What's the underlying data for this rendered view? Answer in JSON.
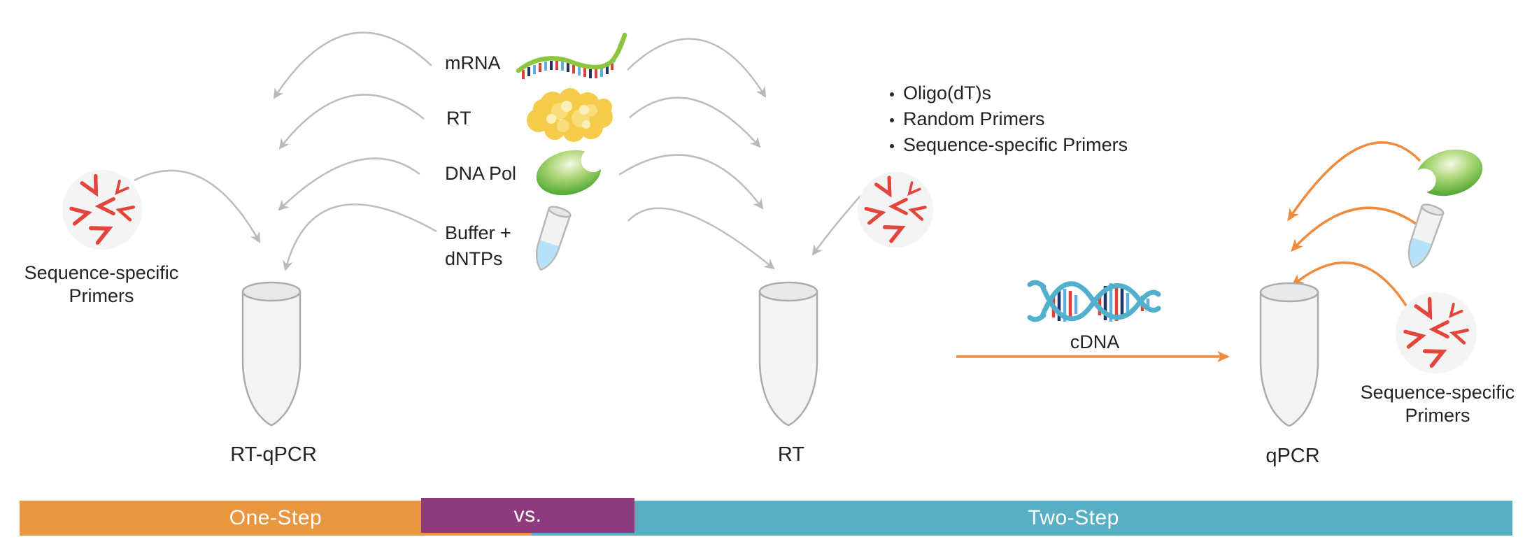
{
  "center_reagents": {
    "mrna": "mRNA",
    "rt": "RT",
    "dna_pol": "DNA Pol",
    "buffer_line1": "Buffer +",
    "buffer_line2": "dNTPs"
  },
  "one_step": {
    "primers_line1": "Sequence-specific",
    "primers_line2": "Primers",
    "tube_label": "RT-qPCR"
  },
  "two_step": {
    "primer_options": [
      "Oligo(dT)s",
      "Random Primers",
      "Sequence-specific Primers"
    ],
    "rt_tube_label": "RT",
    "cdna_label": "cDNA",
    "qpcr_tube_label": "qPCR",
    "primers_line1": "Sequence-specific",
    "primers_line2": "Primers"
  },
  "bottom_bar": {
    "segments": [
      {
        "label": "One-Step",
        "color": "#E8963F"
      },
      {
        "label": "vs.",
        "color": "#8E3B7E"
      },
      {
        "label": "Two-Step",
        "color": "#58AEC2"
      }
    ]
  },
  "icons": {
    "mrna_strand": "mrna-strand-icon",
    "rt_enzyme_blob": "rt-enzyme-icon",
    "dna_polymerase": "dna-polymerase-icon",
    "buffer_tube": "buffer-dntps-tube-icon",
    "primers_circle": "sequence-specific-primers-icon",
    "pcr_tube": "pcr-tube-icon",
    "cdna_helix": "cdna-helix-icon",
    "flow_arrow": "curved-arrow-icon"
  },
  "colors": {
    "arrow_gray": "#BDBDBD",
    "arrow_orange": "#F08B3E",
    "primer_red": "#E2453C",
    "helix_teal": "#53B0CC",
    "mrna_green": "#8CC63F",
    "enzyme_green": "#5FB044",
    "rt_yellow": "#F5CB4A",
    "tube_fill": "#F4F4F4",
    "liquid_blue": "#B5E2F8"
  }
}
